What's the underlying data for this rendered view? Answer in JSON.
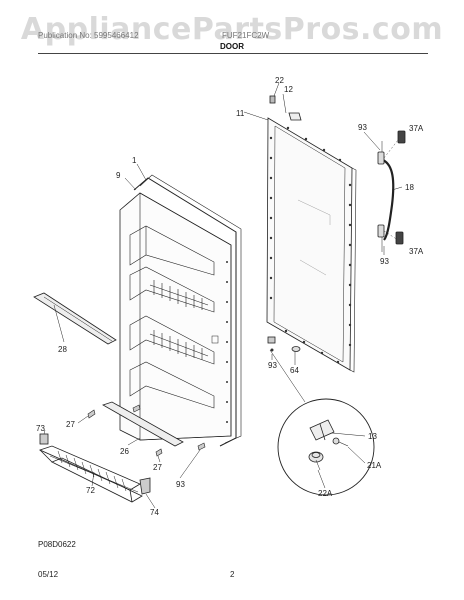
{
  "watermark": "AppliancePartsPros.com",
  "header": {
    "left": "Publication No: 5995466412",
    "center": "FUF21FC2W",
    "title": "DOOR"
  },
  "callouts": {
    "c1": "1",
    "c9": "9",
    "c11": "11",
    "c12": "12",
    "c13": "13",
    "c18": "18",
    "c21a": "21A",
    "c22": "22",
    "c22a": "22A",
    "c26": "26",
    "c27a": "27",
    "c27b": "27",
    "c28": "28",
    "c37a_top": "37A",
    "c37a_bottom": "37A",
    "c64": "64",
    "c72": "72",
    "c73": "73",
    "c74": "74",
    "c93_top": "93",
    "c93_bottom": "93",
    "c93_hinge": "93",
    "c93_right": "93"
  },
  "diagram_code": "P08D0622",
  "footer": {
    "date": "05/12",
    "page": "2"
  }
}
